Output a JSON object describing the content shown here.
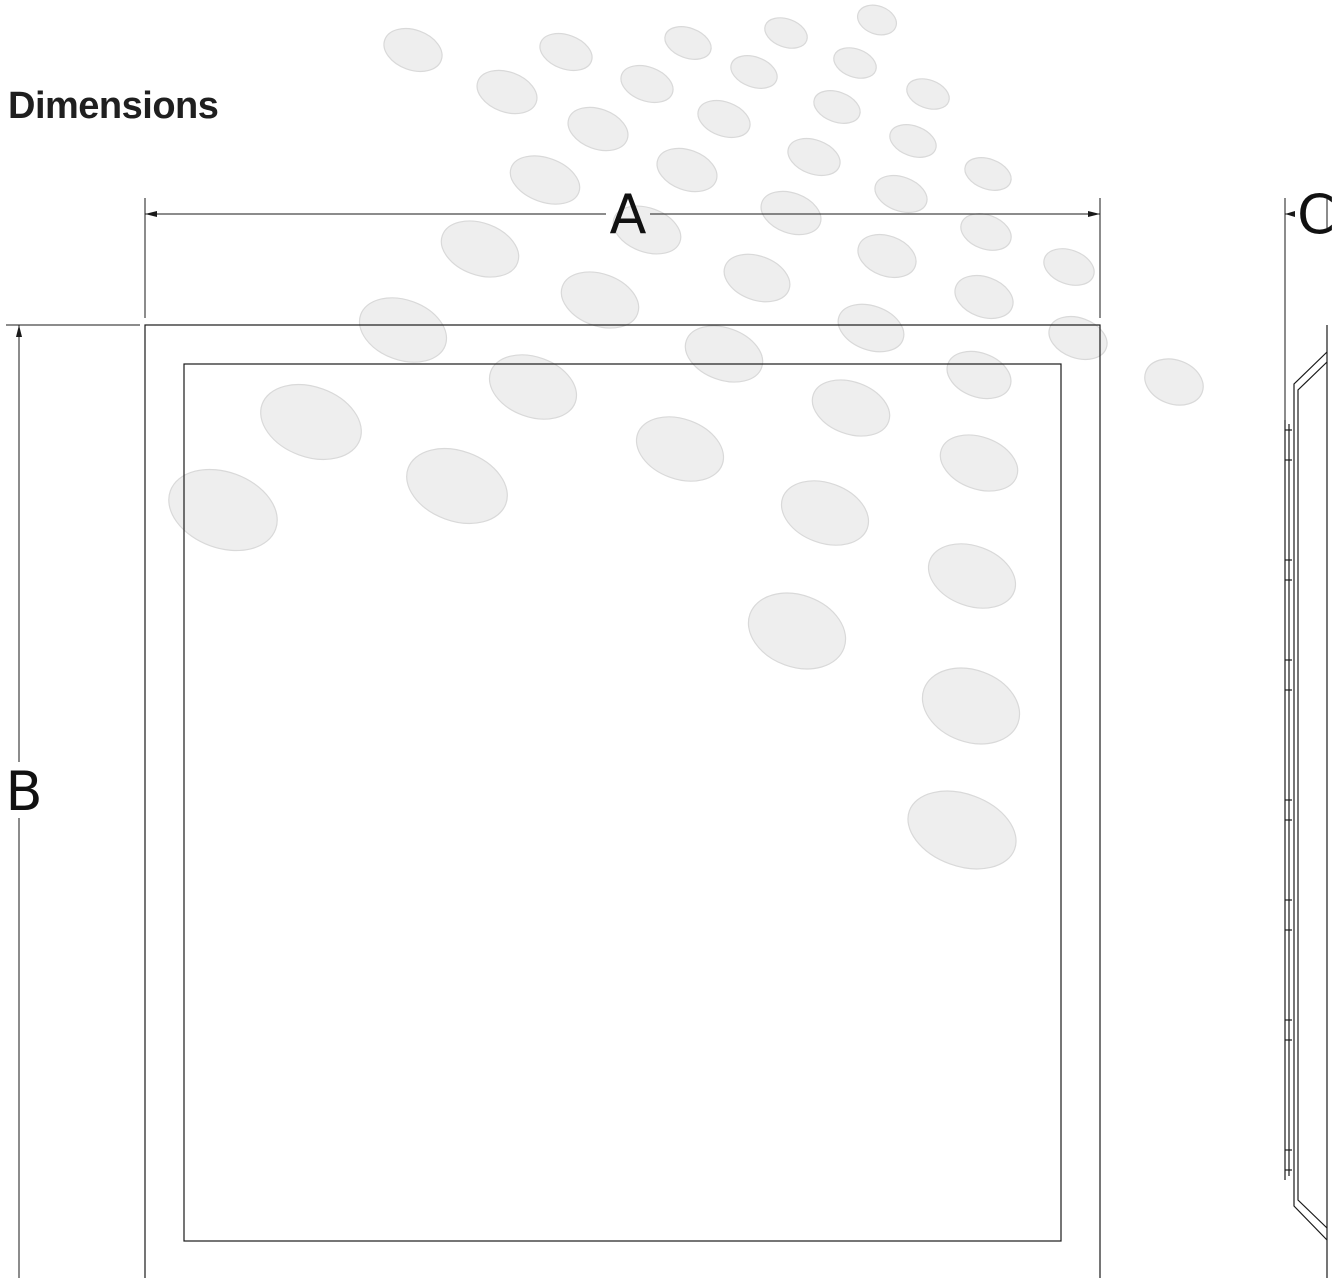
{
  "heading": {
    "title": "Dimensions"
  },
  "dimensions": {
    "width_label": "A",
    "height_label": "B",
    "depth_label": "C"
  },
  "views": [
    {
      "name": "front-view"
    },
    {
      "name": "side-view"
    }
  ],
  "colors": {
    "line": "#1a1a1a",
    "watermark_fill": "#eeeeee",
    "watermark_stroke": "#d9d9d9",
    "title": "#1f1f1f"
  },
  "watermark": {
    "type": "dot-pattern",
    "color": "#eeeeee"
  }
}
